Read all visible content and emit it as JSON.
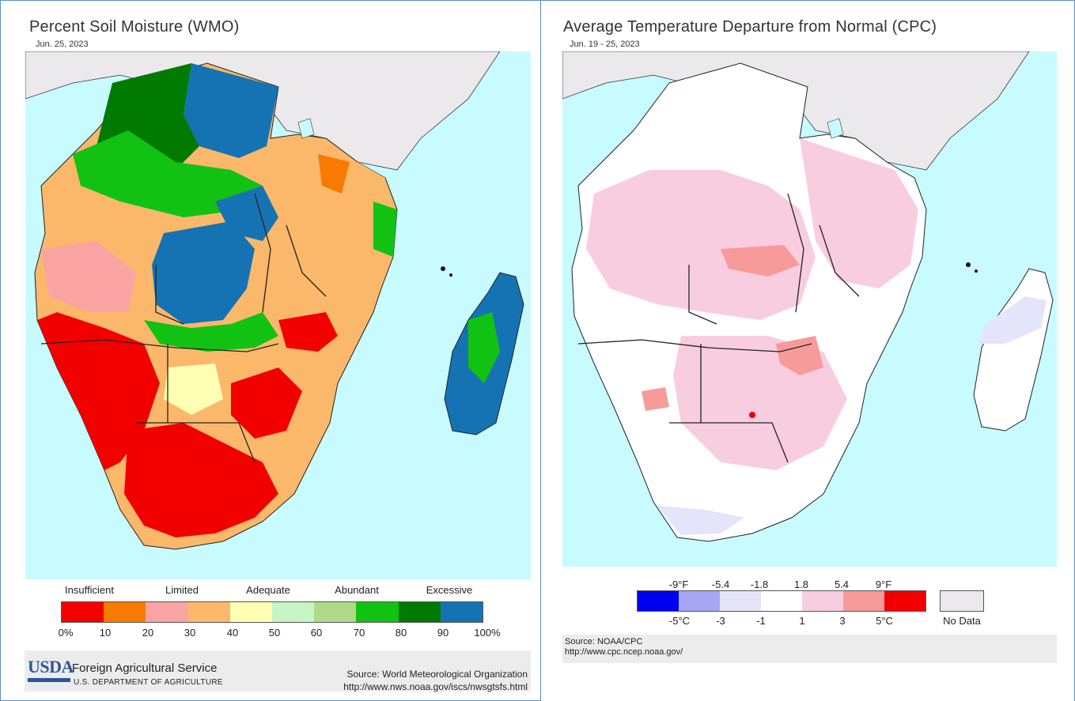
{
  "left_panel": {
    "title": "Percent Soil Moisture (WMO)",
    "date": "Jun. 25, 2023",
    "legend_categories": [
      "Insufficient",
      "Limited",
      "Adequate",
      "Abundant",
      "Excessive"
    ],
    "legend_colors": [
      "#f20000",
      "#f77b00",
      "#f9a3a3",
      "#fbb86a",
      "#ffffb3",
      "#c6f5c6",
      "#b0d98a",
      "#12c212",
      "#007a00",
      "#1673b3"
    ],
    "legend_ticks": [
      "0%",
      "10",
      "20",
      "30",
      "40",
      "50",
      "60",
      "70",
      "80",
      "90",
      "100%"
    ],
    "logo_text": "USDA",
    "agency": "Foreign Agricultural Service",
    "department": "U.S. DEPARTMENT OF AGRICULTURE",
    "source_line1": "Source: World Meteorological Organization",
    "source_line2": "http://www.nws.noaa.gov/iscs/nwsgtsfs.html"
  },
  "right_panel": {
    "title": "Average Temperature Departure from Normal (CPC)",
    "date": "Jun. 19 - 25, 2023",
    "legend_colors": [
      "#0000f0",
      "#a6a6f5",
      "#e4e4fa",
      "#ffffff",
      "#f9cde0",
      "#f79a9a",
      "#f20000"
    ],
    "ticks_f": [
      "-9°F",
      "-5.4",
      "-1.8",
      "1.8",
      "5.4",
      "9°F"
    ],
    "ticks_c": [
      "-5°C",
      "-3",
      "-1",
      "1",
      "3",
      "5°C"
    ],
    "no_data_label": "No Data",
    "no_data_color": "#ece9ed",
    "source_line1": "Source: NOAA/CPC",
    "source_line2": "http://www.cpc.ncep.noaa.gov/"
  },
  "colors": {
    "ocean": "#c8fbff",
    "land_nodata": "#ece9ed",
    "panel_border": "#5b8fc7"
  }
}
